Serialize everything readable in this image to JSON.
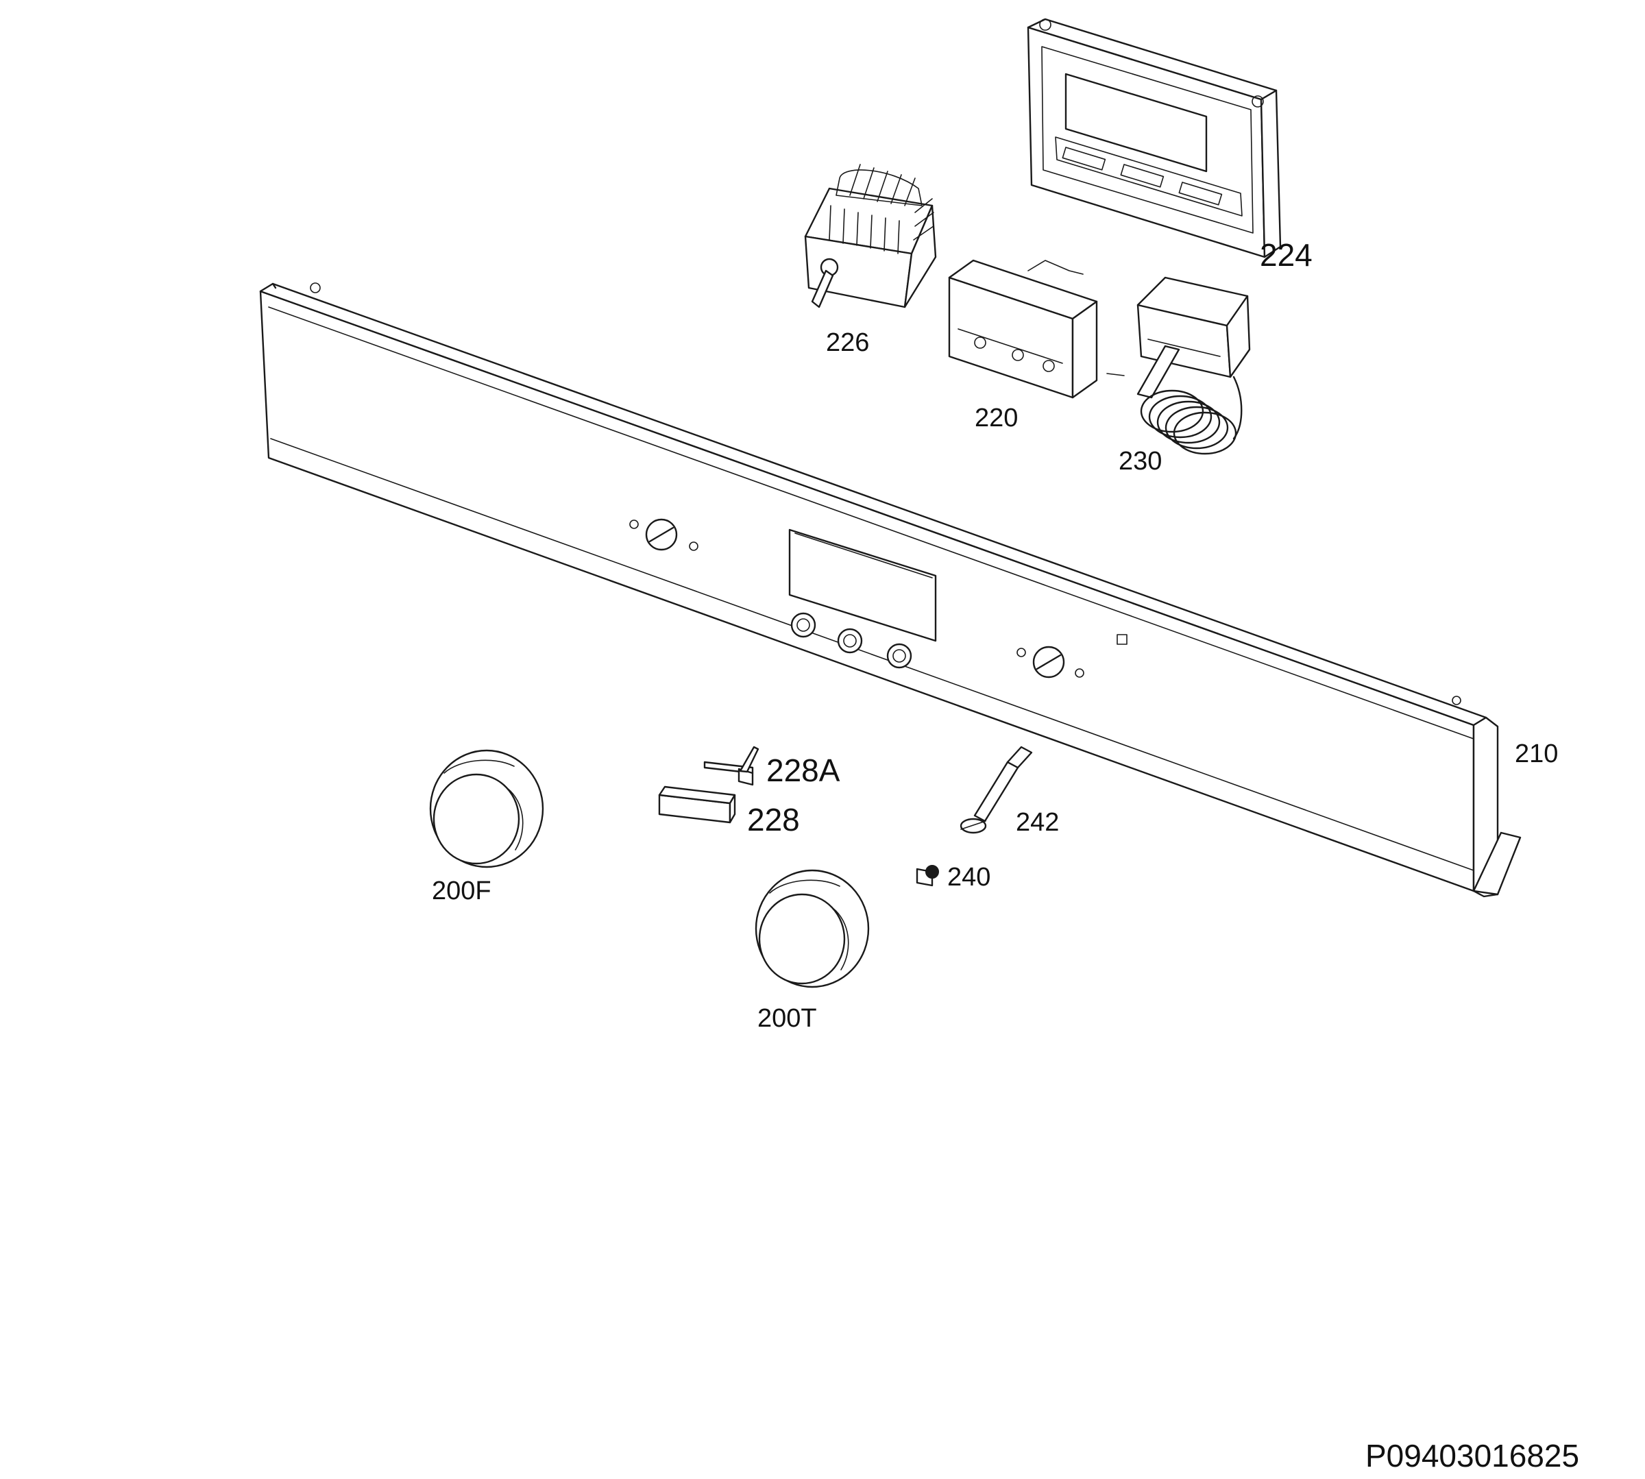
{
  "diagram": {
    "drawing_number": "P09403016825",
    "parts": {
      "p224": "224",
      "p226": "226",
      "p220": "220",
      "p230": "230",
      "p210": "210",
      "p228A": "228A",
      "p228": "228",
      "p242": "242",
      "p240": "240",
      "p200F": "200F",
      "p200T": "200T"
    }
  }
}
